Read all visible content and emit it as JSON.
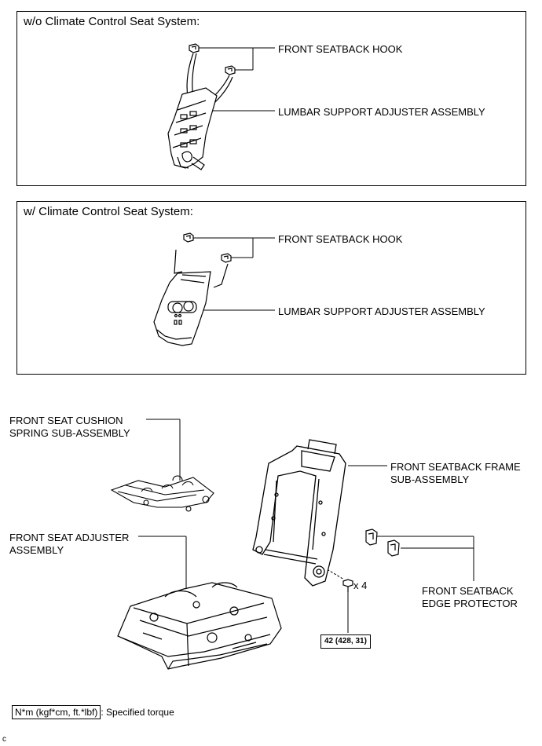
{
  "panels": [
    {
      "title": "w/o Climate Control Seat System:",
      "labels": {
        "hook": "FRONT SEATBACK HOOK",
        "lumbar": "LUMBAR SUPPORT ADJUSTER ASSEMBLY"
      }
    },
    {
      "title": "w/ Climate Control Seat System:",
      "labels": {
        "hook": "FRONT SEATBACK HOOK",
        "lumbar": "LUMBAR SUPPORT ADJUSTER ASSEMBLY"
      }
    }
  ],
  "exploded": {
    "cushion_spring": [
      "FRONT SEAT CUSHION",
      "SPRING SUB-ASSEMBLY"
    ],
    "seatback_frame": [
      "FRONT SEATBACK FRAME",
      "SUB-ASSEMBLY"
    ],
    "seat_adjuster": [
      "FRONT SEAT ADJUSTER",
      "ASSEMBLY"
    ],
    "edge_protector": [
      "FRONT SEATBACK",
      "EDGE PROTECTOR"
    ],
    "bolt_qty": "x 4",
    "torque": "42 (428, 31)"
  },
  "legend": {
    "unit_box": "N*m (kgf*cm, ft.*lbf)",
    "text": ": Specified torque"
  },
  "corner_mark": "c"
}
